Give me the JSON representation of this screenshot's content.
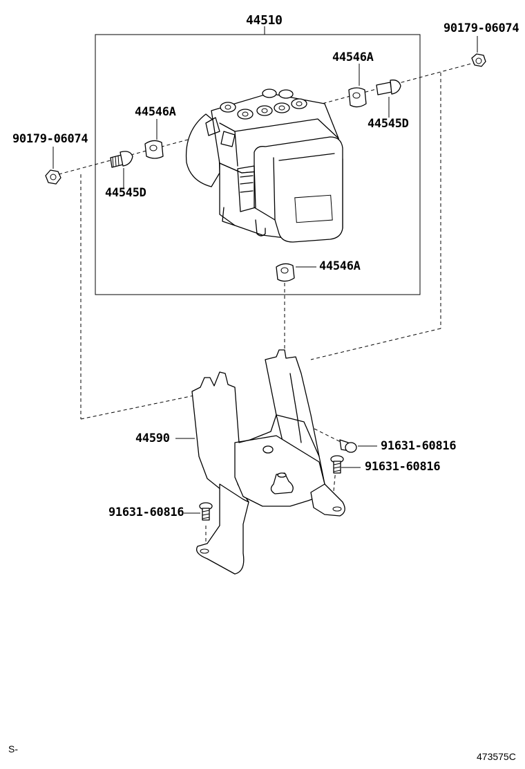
{
  "labels": {
    "assembly": "44510",
    "nut_right": "90179-06074",
    "nut_left": "90179-06074",
    "cushion_right": "44546A",
    "cushion_left": "44546A",
    "cushion_bottom": "44546A",
    "stud_right": "44545D",
    "stud_left": "44545D",
    "bracket": "44590",
    "bolt_upper": "91631-60816",
    "bolt_middle": "91631-60816",
    "bolt_lower": "91631-60816"
  },
  "footer": {
    "left_code": "S-",
    "illustration_number": "473575C"
  }
}
